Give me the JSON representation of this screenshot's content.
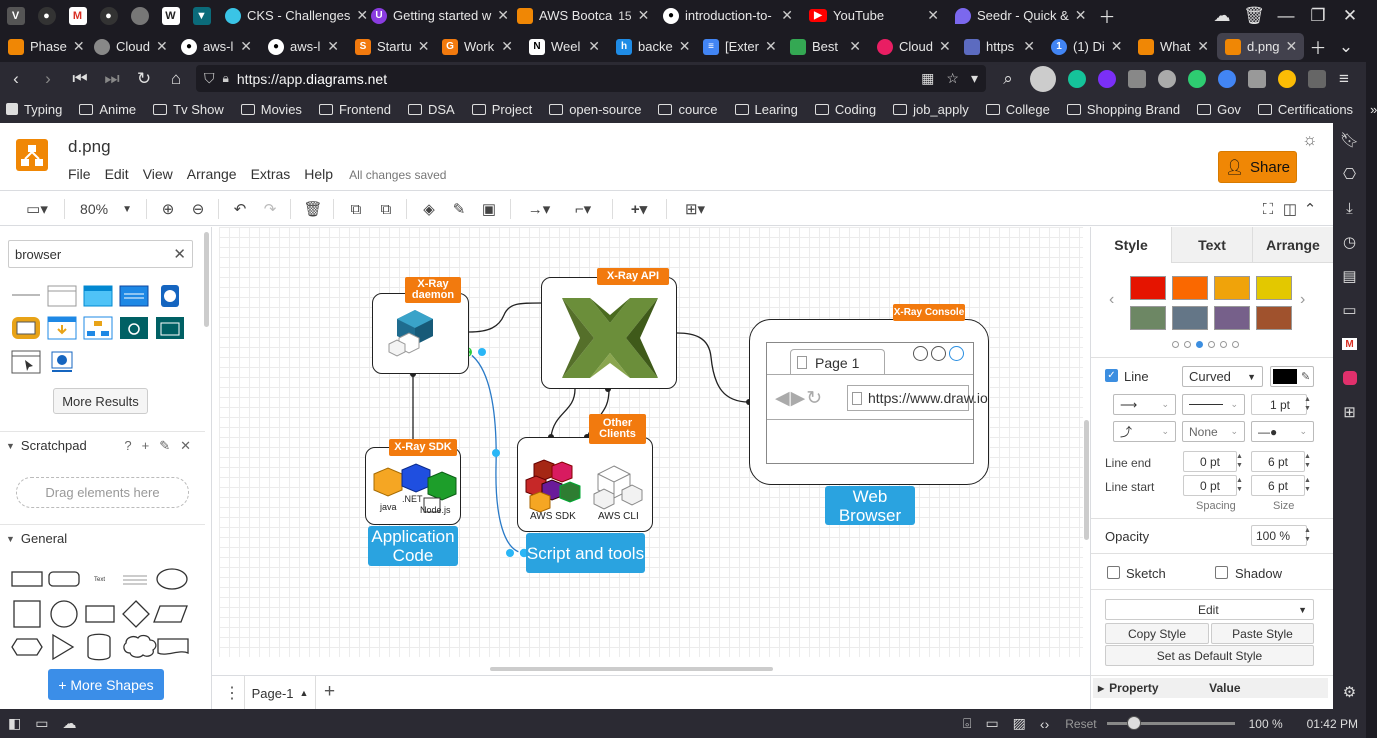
{
  "browser": {
    "tabs_row1": [
      {
        "label": "CKS - Challenges",
        "icon_color": "#3ac4e6",
        "icon": "cks-icon"
      },
      {
        "label": "Getting started w",
        "icon_color": "#8a3ce0",
        "icon": "udemy-icon"
      },
      {
        "label": "AWS Bootca",
        "badge": "15",
        "icon_color": "#f08705",
        "icon": "aws-icon"
      },
      {
        "label": "introduction-to-",
        "icon_color": "#ffffff",
        "icon": "github-icon"
      },
      {
        "label": "YouTube",
        "icon_color": "#ff0000",
        "icon": "youtube-icon"
      },
      {
        "label": "Seedr - Quick &",
        "icon_color": "#7b68ee",
        "icon": "seedr-icon"
      }
    ],
    "tabs_row2": [
      {
        "label": "Phase",
        "icon_color": "#f08705"
      },
      {
        "label": "Cloud",
        "icon_color": "#888888"
      },
      {
        "label": "aws-l",
        "icon_color": "#ffffff"
      },
      {
        "label": "aws-l",
        "icon_color": "#ffffff"
      },
      {
        "label": "Startu",
        "icon_color": "#f27a0e"
      },
      {
        "label": "Work",
        "icon_color": "#f27a0e"
      },
      {
        "label": "Weel",
        "icon_color": "#ffffff"
      },
      {
        "label": "backe",
        "icon_color": "#1f8ce6"
      },
      {
        "label": "[Exter",
        "icon_color": "#4285f4"
      },
      {
        "label": "Best",
        "icon_color": "#34a853"
      },
      {
        "label": "Cloud",
        "icon_color": "#e91e63"
      },
      {
        "label": "https",
        "icon_color": "#5c6bc0"
      },
      {
        "label": "(1) Di",
        "icon_color": "#4285f4",
        "badge": "1"
      },
      {
        "label": "What",
        "icon_color": "#f08705"
      },
      {
        "label": "d.png",
        "icon_color": "#f08705",
        "active": true
      }
    ],
    "url_prefix": "https://app.",
    "url_host": "diagrams.net",
    "bookmarks": [
      "Typing",
      "Anime",
      "Tv Show",
      "Movies",
      "Frontend",
      "DSA",
      "Project",
      "open-source",
      "cource",
      "Learing",
      "Coding",
      "job_apply",
      "College",
      "Shopping Brand",
      "Gov",
      "Certifications"
    ]
  },
  "app": {
    "filename": "d.png",
    "menus": [
      "File",
      "Edit",
      "View",
      "Arrange",
      "Extras",
      "Help"
    ],
    "saved_status": "All changes saved",
    "share_label": "Share",
    "zoom": "80%",
    "search_value": "browser",
    "more_results": "More Results",
    "scratchpad": "Scratchpad",
    "scratchpad_help": "?",
    "drag_here": "Drag elements here",
    "general": "General",
    "more_shapes": "+ More Shapes",
    "page_tab": "Page-1"
  },
  "diagram": {
    "xray_daemon": "X-Ray daemon",
    "xray_api": "X-Ray API",
    "xray_console": "X-Ray Console",
    "xray_sdk": "X-Ray SDK",
    "other_clients": "Other Clients",
    "app_code": "Application Code",
    "script_tools": "Script and tools",
    "web_browser": "Web Browser",
    "sdk_langs": [
      "java",
      ".NET",
      "Node.js"
    ],
    "aws_sdk": "AWS SDK",
    "aws_cli": "AWS CLI",
    "browser_page": "Page 1",
    "browser_url": "https://www.draw.io"
  },
  "format_panel": {
    "tabs": [
      "Style",
      "Text",
      "Arrange"
    ],
    "swatches": [
      "#e51400",
      "#fa6800",
      "#f0a30a",
      "#e3c800",
      "#6d8764",
      "#647687",
      "#76608a",
      "#a0522d"
    ],
    "line_label": "Line",
    "line_style": "Curved",
    "line_color": "#000000",
    "line_width": "1 pt",
    "waypoints_end": "None",
    "line_end_label": "Line end",
    "line_start_label": "Line start",
    "line_end_spacing": "0 pt",
    "line_end_size": "6 pt",
    "line_start_spacing": "0 pt",
    "line_start_size": "6 pt",
    "spacing_label": "Spacing",
    "size_label": "Size",
    "opacity_label": "Opacity",
    "opacity": "100 %",
    "sketch": "Sketch",
    "shadow": "Shadow",
    "edit": "Edit",
    "copy_style": "Copy Style",
    "paste_style": "Paste Style",
    "default_style": "Set as Default Style",
    "property": "Property",
    "value": "Value"
  },
  "status": {
    "reset": "Reset",
    "zoom": "100 %",
    "time": "01:42 PM"
  }
}
